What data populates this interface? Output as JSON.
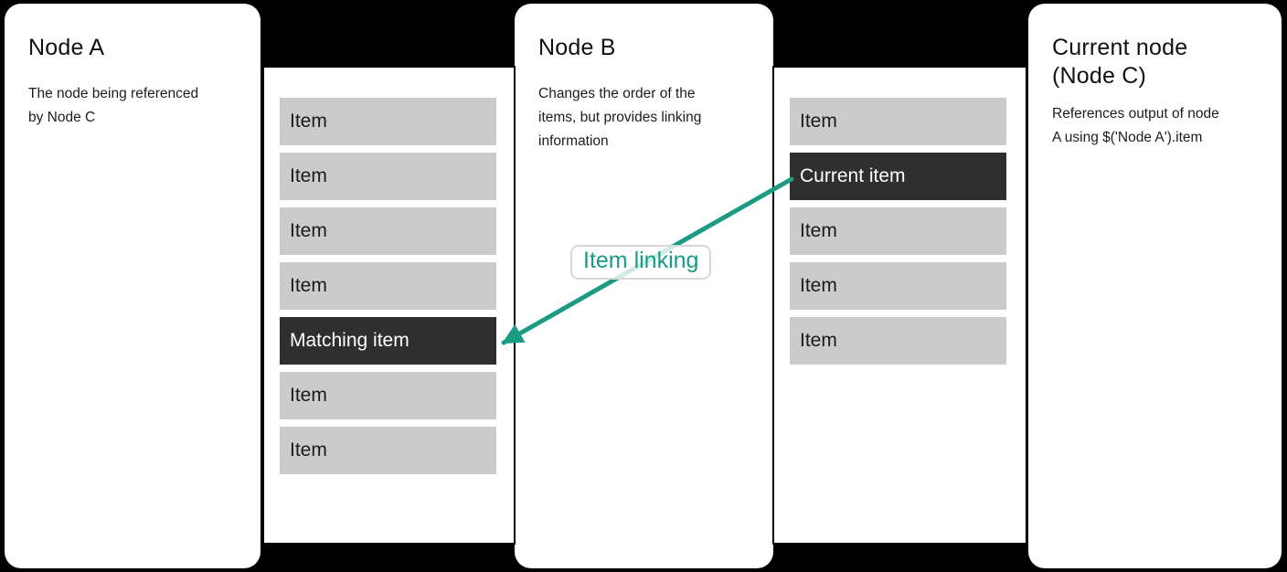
{
  "colors": {
    "background": "#000000",
    "card_bg": "#ffffff",
    "item_bg": "#cbcbcb",
    "item_highlight_bg": "#2f2f2f",
    "item_text": "#1b1b1b",
    "item_highlight_text": "#ffffff",
    "accent_teal": "#1a9c82",
    "panel_border": "#000000",
    "label_border": "#d8d8d8"
  },
  "cards": [
    {
      "title_lines": [
        "Node A"
      ],
      "description_lines": [
        "The node being referenced",
        "by Node C"
      ]
    },
    {
      "title_lines": [
        "Node B"
      ],
      "description_lines": [
        "Changes the order of the",
        "items, but provides linking",
        "information"
      ]
    },
    {
      "title_lines": [
        "Current node",
        "(Node C)"
      ],
      "description_lines": [
        "References output of node",
        "A using $('Node A').item"
      ]
    }
  ],
  "lists": [
    {
      "name": "node-a-output-items",
      "items": [
        "Item",
        "Item",
        "Item",
        "Item",
        "Matching item",
        "Item",
        "Item"
      ],
      "highlight_index": 4,
      "highlighted_item": "Matching item"
    },
    {
      "name": "node-c-input-items",
      "items": [
        "Item",
        "Current item",
        "Item",
        "Item",
        "Item"
      ],
      "highlight_index": 1,
      "highlighted_item": "Current item"
    }
  ],
  "arrow_label": "Item linking"
}
